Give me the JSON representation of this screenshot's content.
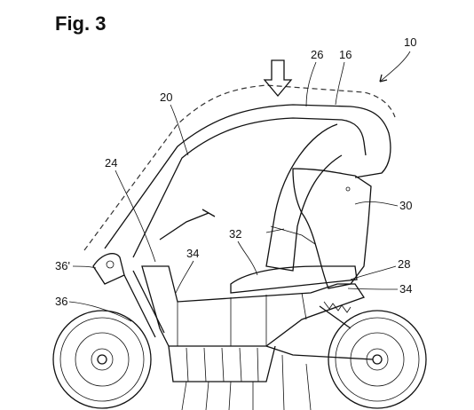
{
  "figure": {
    "title": "Fig. 3",
    "reference_numerals": [
      {
        "id": "n10",
        "text": "10"
      },
      {
        "id": "n26",
        "text": "26"
      },
      {
        "id": "n16",
        "text": "16"
      },
      {
        "id": "n20",
        "text": "20"
      },
      {
        "id": "n24",
        "text": "24"
      },
      {
        "id": "n30",
        "text": "30"
      },
      {
        "id": "n32",
        "text": "32"
      },
      {
        "id": "n34a",
        "text": "34"
      },
      {
        "id": "n28",
        "text": "28"
      },
      {
        "id": "n34b",
        "text": "34"
      },
      {
        "id": "n36p",
        "text": "36'"
      },
      {
        "id": "n36",
        "text": "36"
      }
    ]
  }
}
